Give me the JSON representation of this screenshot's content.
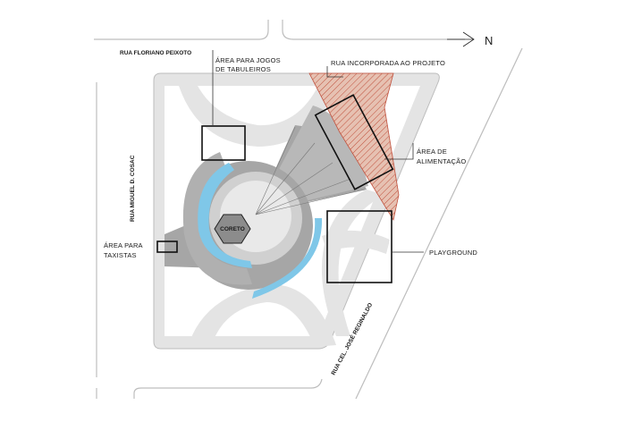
{
  "streets": {
    "north_street": "RUA FLORIANO PEIXOTO",
    "west_street": "RUA MIGUEL D. COSAC",
    "southeast_street": "RUA CEL. JOSÉ REGINALDO"
  },
  "north_symbol": "N",
  "labels": {
    "incorporated_street": "RUA INCORPORADA AO PROJETO",
    "board_games_line1": "ÁREA PARA JOGOS",
    "board_games_line2": "DE TABULEIROS",
    "food_line1": "ÁREA DE",
    "food_line2": "ALIMENTAÇÃO",
    "taxi_line1": "ÁREA PARA",
    "taxi_line2": "TAXISTAS",
    "playground": "PLAYGROUND",
    "bandstand": "CORETO"
  },
  "colors": {
    "plaza_fill": "#e4e4e4",
    "dark_gray": "#a6a6a6",
    "mid_gray": "#c9c9c9",
    "water_blue": "#7fc7e8",
    "hatch_red": "#c0503c",
    "hatch_fill": "#e2b8a8",
    "coreto_fill": "#8c8c8c"
  }
}
